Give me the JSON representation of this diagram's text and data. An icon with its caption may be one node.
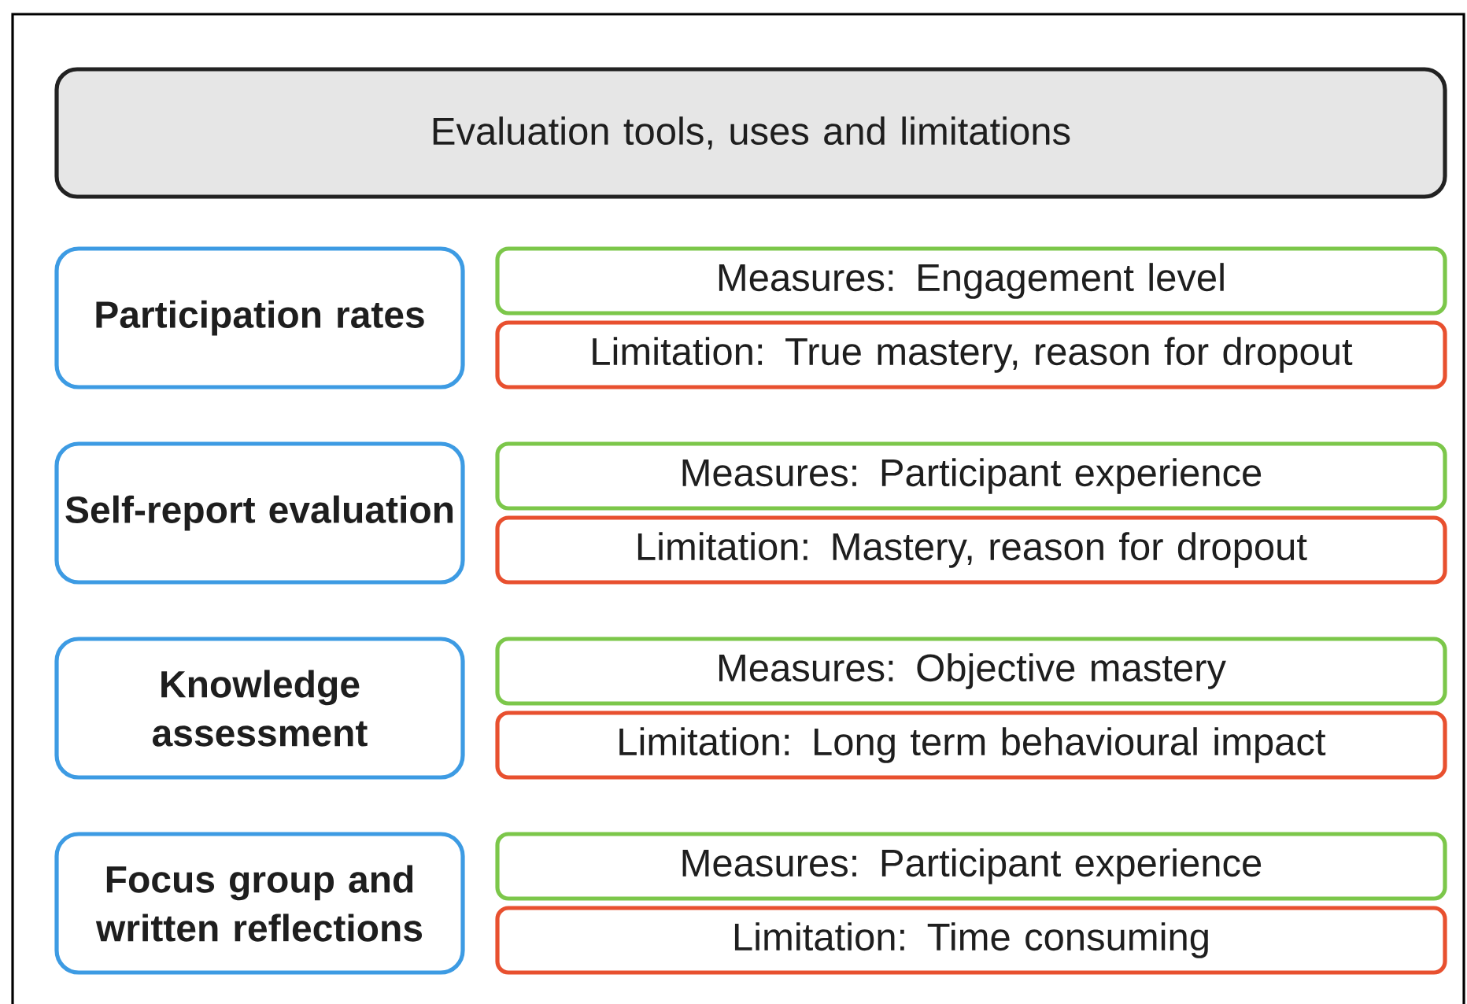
{
  "diagram": {
    "nodes": [
      {
        "text": [
          "Evaluation tools, uses and limitations"
        ]
      },
      {
        "text": [
          "Participation rates"
        ]
      },
      {
        "text": [
          "Measures: Engagement level"
        ]
      },
      {
        "text": [
          "Limitation: True mastery, reason for dropout"
        ]
      },
      {
        "text": [
          "Self-report evaluation"
        ]
      },
      {
        "text": [
          "Measures: Participant experience"
        ]
      },
      {
        "text": [
          "Limitation: Mastery, reason for dropout"
        ]
      },
      {
        "text": [
          "Knowledge assessment"
        ]
      },
      {
        "text": [
          "Measures: Objective mastery"
        ]
      },
      {
        "text": [
          "Limitation: Long term behavioural impact"
        ]
      },
      {
        "text": [
          "Focus group and written reflections"
        ]
      },
      {
        "text": [
          "Measures: Participant experience"
        ]
      },
      {
        "text": [
          "Limitation: Time consuming"
        ]
      }
    ]
  }
}
